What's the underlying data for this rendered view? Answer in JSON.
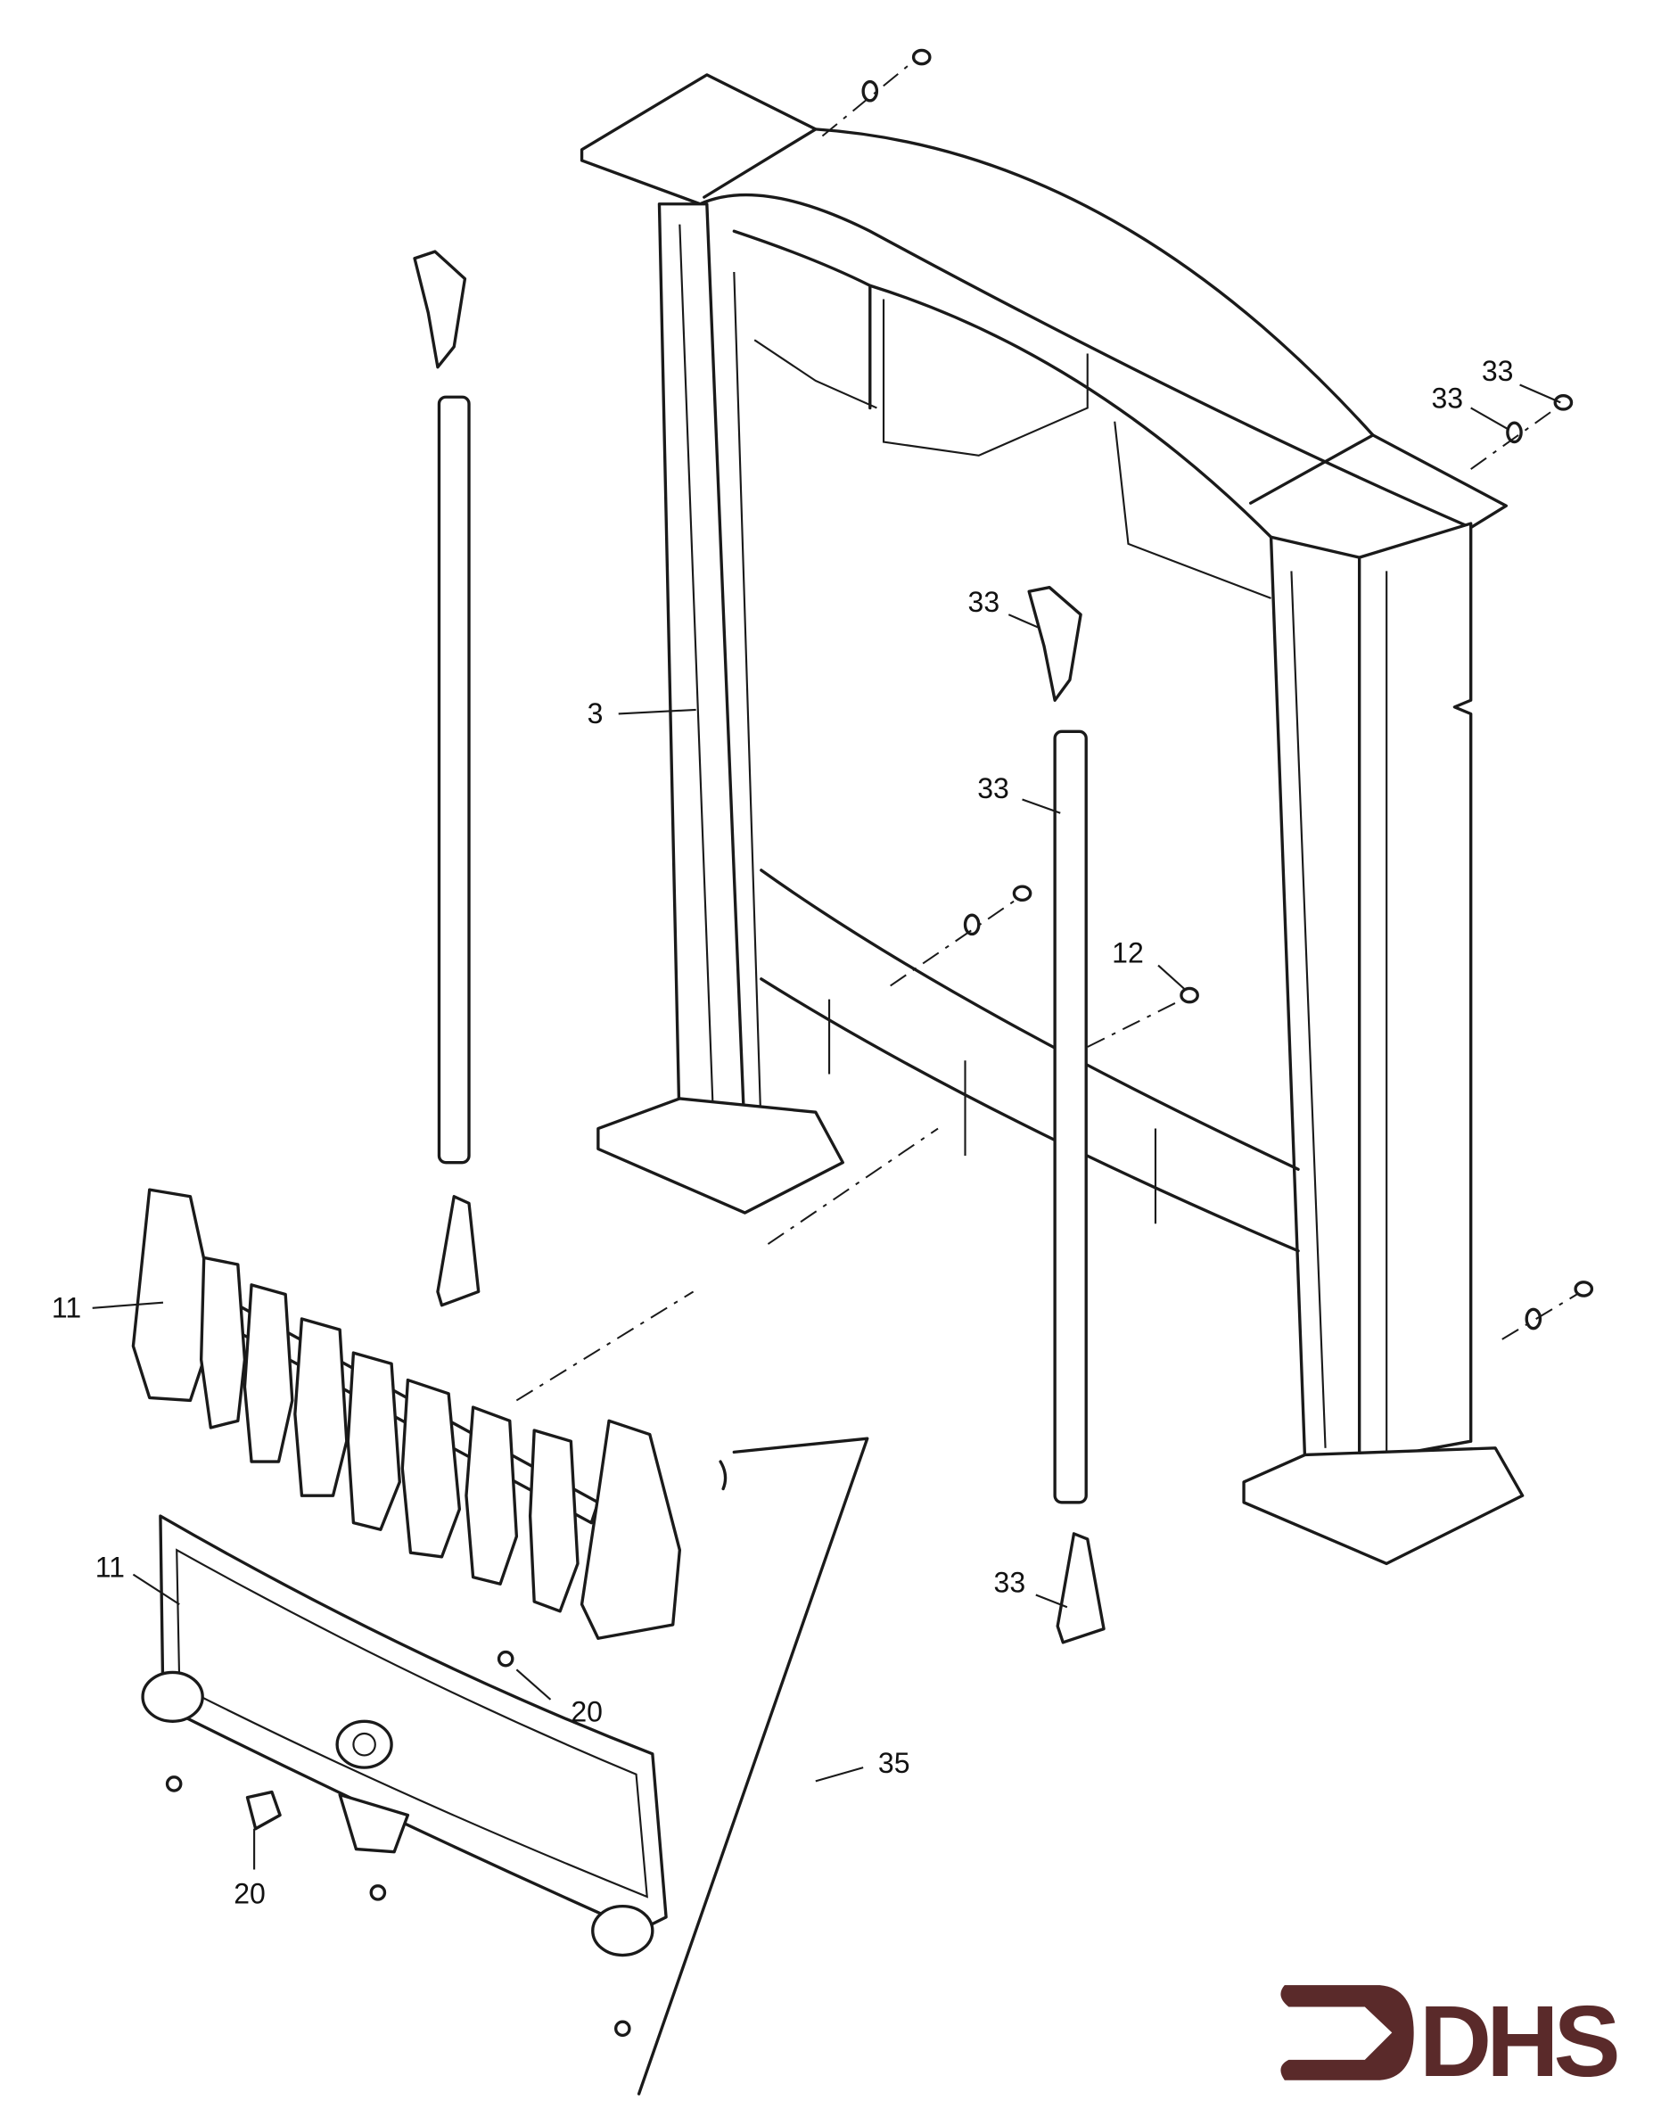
{
  "diagram": {
    "labels": {
      "frame": "3",
      "fret_bars": "11",
      "front_fret": "11",
      "screw": "12",
      "knob_screw": "20",
      "knob": "20",
      "shelf_screw": "33",
      "shelf_washer": "33",
      "right_finial_top": "33",
      "right_rod": "33",
      "right_finial_bottom": "33",
      "kit": "35"
    }
  },
  "logo": {
    "text": "DHS",
    "color": "#5a2a2a"
  }
}
